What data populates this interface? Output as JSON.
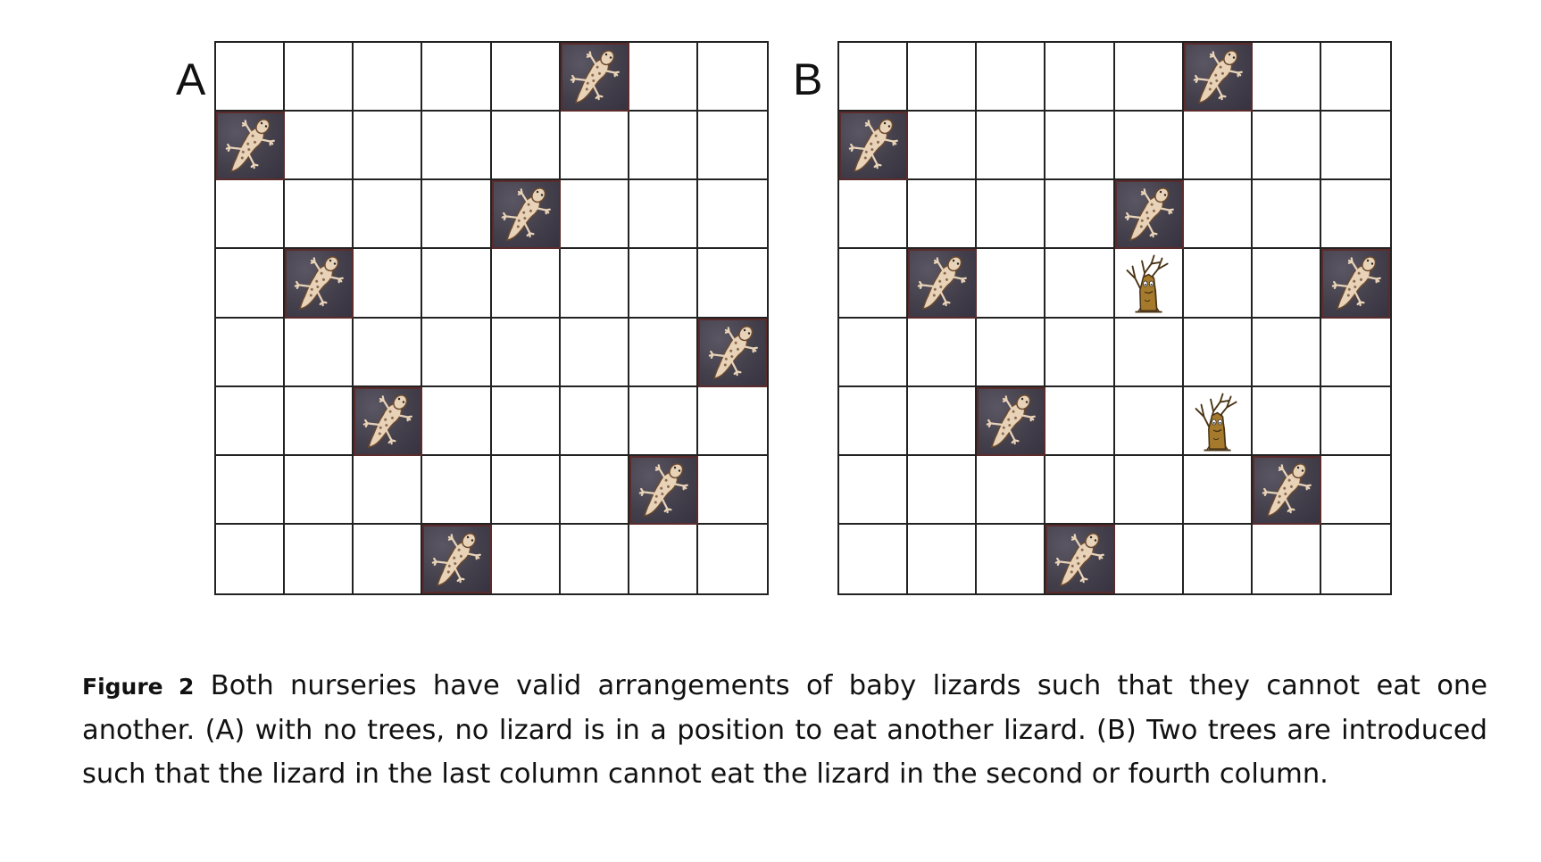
{
  "panels": [
    {
      "id": "A",
      "label": "A",
      "rows": 8,
      "cols": 8,
      "lizards": [
        [
          0,
          5
        ],
        [
          1,
          0
        ],
        [
          2,
          4
        ],
        [
          3,
          1
        ],
        [
          4,
          7
        ],
        [
          5,
          2
        ],
        [
          6,
          6
        ],
        [
          7,
          3
        ]
      ],
      "trees": []
    },
    {
      "id": "B",
      "label": "B",
      "rows": 8,
      "cols": 8,
      "lizards": [
        [
          0,
          5
        ],
        [
          1,
          0
        ],
        [
          2,
          4
        ],
        [
          3,
          1
        ],
        [
          3,
          7
        ],
        [
          5,
          2
        ],
        [
          6,
          6
        ],
        [
          7,
          3
        ]
      ],
      "trees": [
        [
          3,
          4
        ],
        [
          5,
          5
        ]
      ]
    }
  ],
  "colors": {
    "lizard_tile": "#433f4b",
    "lizard_body": "#e8d3b8",
    "tree_trunk": "#a57a2c"
  },
  "icons": {
    "lizard": "lizard-icon",
    "tree": "tree-icon"
  },
  "caption": {
    "label": "Figure 2",
    "text": " Both nurseries have valid arrangements of baby lizards such that they cannot eat one another. (A) with no trees, no lizard is in a position to eat another lizard. (B) Two trees are introduced such that the lizard in the last column cannot eat the lizard in the second or fourth column."
  }
}
